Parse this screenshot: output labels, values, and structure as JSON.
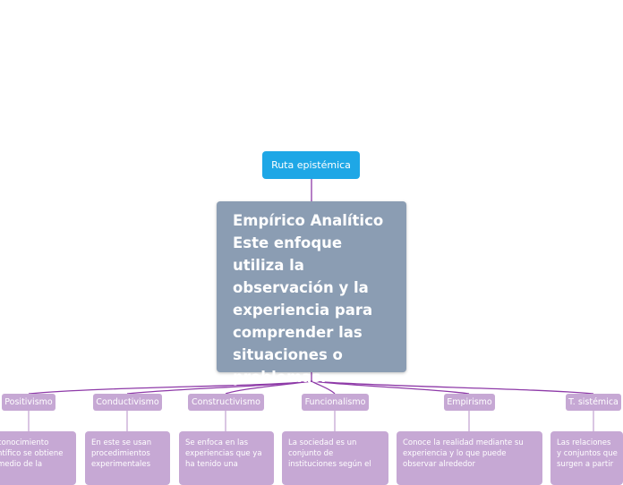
{
  "root": {
    "label": "Ruta epistémica"
  },
  "main": {
    "text": "Empírico Analítico Este enfoque utiliza la observación y la experiencia para comprender las situaciones o problemas."
  },
  "branches": [
    {
      "label": "Positivismo",
      "desc": "conocimiento ntífico se obtiene medio de la"
    },
    {
      "label": "Conductivismo",
      "desc": "En este se usan procedimientos experimentales"
    },
    {
      "label": "Constructivismo",
      "desc": "Se enfoca en las experiencias que ya ha tenido una"
    },
    {
      "label": "Funcionalismo",
      "desc": "La sociedad es un conjunto de instituciones según el"
    },
    {
      "label": "Empirismo",
      "desc": "Conoce la realidad mediante su experiencia y lo que puede observar alrededor"
    },
    {
      "label": "T. sistémica",
      "desc": "Las relaciones y conjuntos que surgen a partir"
    }
  ]
}
